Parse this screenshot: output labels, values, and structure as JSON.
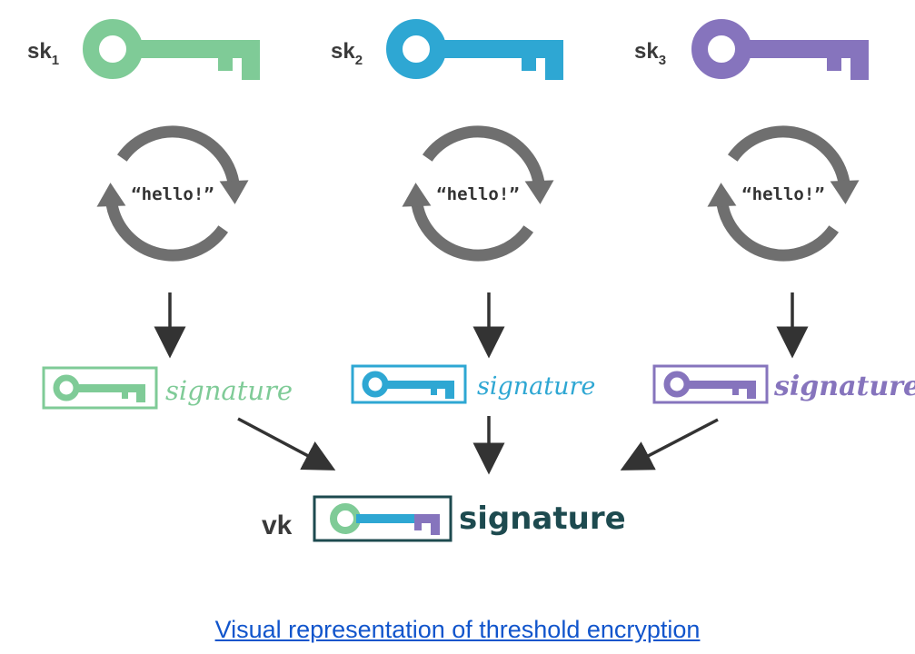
{
  "parties": [
    {
      "key_label_main": "sk",
      "key_label_sub": "1",
      "message": "“hello!”",
      "signature_text": "signature",
      "color": "#7fcb97"
    },
    {
      "key_label_main": "sk",
      "key_label_sub": "2",
      "message": "“hello!”",
      "signature_text": "signature",
      "color": "#2ea7d3"
    },
    {
      "key_label_main": "sk",
      "key_label_sub": "3",
      "message": "“hello!”",
      "signature_text": "signature",
      "color": "#8674bd"
    }
  ],
  "combined": {
    "key_label": "vk",
    "signature_text": "signature",
    "frame_color": "#1d4a4f",
    "text_color": "#1d4a4f"
  },
  "cycle_color": "#6f6f6f",
  "arrow_color": "#333333",
  "caption": "Visual representation of threshold encryption"
}
